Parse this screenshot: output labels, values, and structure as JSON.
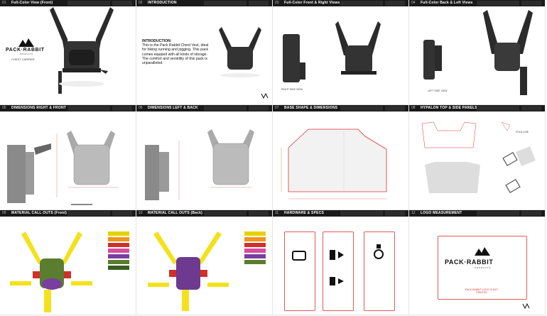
{
  "panels": [
    {
      "num": "01",
      "title": "Full-Color View (Front)"
    },
    {
      "num": "02",
      "title": "INTRODUCTION"
    },
    {
      "num": "03",
      "title": "Full-Color Front & Right Views"
    },
    {
      "num": "04",
      "title": "Full-Color Back & Left Views"
    },
    {
      "num": "05",
      "title": "DIMENSIONS RIGHT & FRONT"
    },
    {
      "num": "06",
      "title": "DIMENSIONS LEFT & BACK"
    },
    {
      "num": "07",
      "title": "BASE SHAPE & DIMENSIONS"
    },
    {
      "num": "08",
      "title": "HYPALON TOP & SIDE PANELS"
    },
    {
      "num": "09",
      "title": "MATERIAL CALL OUTS (Front)"
    },
    {
      "num": "10",
      "title": "MATERIAL CALL OUTS (Back)"
    },
    {
      "num": "11",
      "title": "HARDWARE & SPECS"
    },
    {
      "num": "12",
      "title": "LOGO MEASUREMENT"
    }
  ],
  "brand": {
    "name": "PACK·RABBIT",
    "sub": "PRODUCTS"
  },
  "p1": {
    "caption": "CHEST CARRIER"
  },
  "intro": {
    "heading": "INTRODUCTION:",
    "body": "This is the Pack Rabbit Chest Vest, ideal for hiking running and jogging. This pack comes equiped with all kinds of storage. The comfort and versitility of this pack is unparalleled."
  },
  "p3": {
    "side_label": "RIGHT SIDE VIEW"
  },
  "p4": {
    "side_label": "LEFT SIDE VIEW"
  },
  "p8": {
    "fold_label": "FOLD LINE"
  },
  "p12": {
    "logo_note": "PACK RABBIT LOGO IS NOT PRINTED"
  },
  "colors": {
    "header": "#1a1a1a",
    "pack": "#2b2b2b",
    "yellow": "#f3e21b",
    "green": "#5a7d2f",
    "purple": "#7a3ea0",
    "red": "#d0302a",
    "accent": "#e05a5a"
  }
}
